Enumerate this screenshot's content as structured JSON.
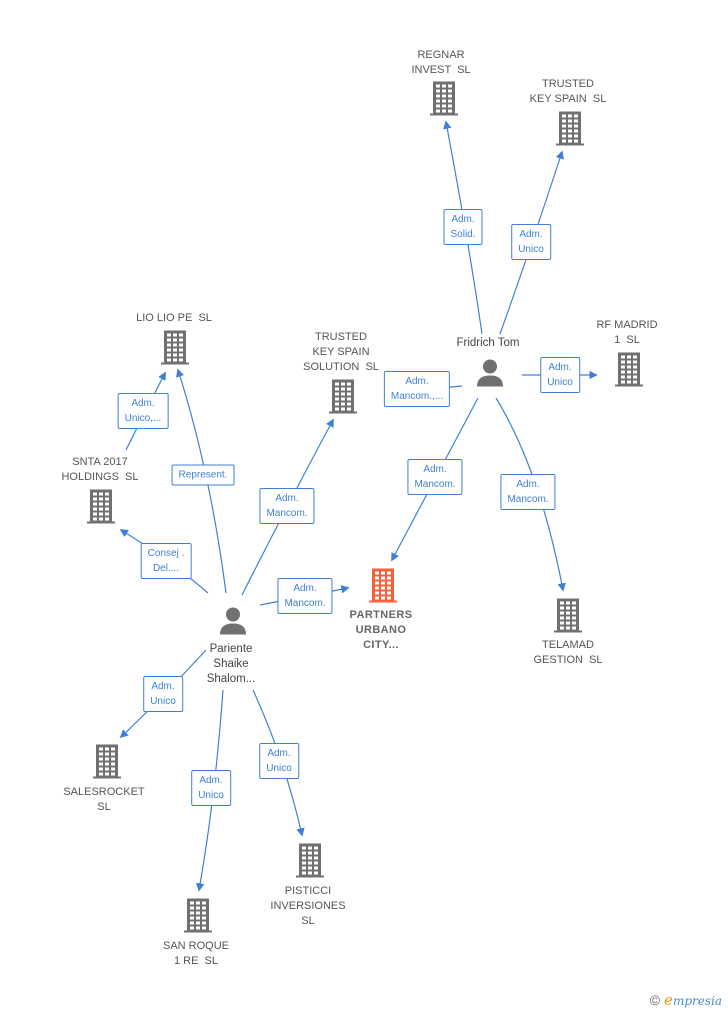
{
  "colors": {
    "edge": "#3f80d6",
    "company": "#707070",
    "highlight": "#f2613a",
    "person": "#707070"
  },
  "nodes": [
    {
      "id": "regnar",
      "kind": "company",
      "label": "REGNAR\nINVEST  SL"
    },
    {
      "id": "trusted_key",
      "kind": "company",
      "label": "TRUSTED\nKEY SPAIN  SL"
    },
    {
      "id": "rf_madrid",
      "kind": "company",
      "label": "RF MADRID\n1  SL"
    },
    {
      "id": "fridrich",
      "kind": "person",
      "label": "Fridrich Tom"
    },
    {
      "id": "lio",
      "kind": "company",
      "label": "LIO LIO PE  SL"
    },
    {
      "id": "trusted_sol",
      "kind": "company",
      "label": "TRUSTED\nKEY SPAIN\nSOLUTION  SL"
    },
    {
      "id": "snta",
      "kind": "company",
      "label": "SNTA 2017\nHOLDINGS  SL"
    },
    {
      "id": "partners",
      "kind": "company",
      "highlight": true,
      "label": "PARTNERS\nURBANO\nCITY..."
    },
    {
      "id": "telamad",
      "kind": "company",
      "label": "TELAMAD\nGESTION  SL"
    },
    {
      "id": "pariente",
      "kind": "person",
      "label": "Pariente\nShaike\nShalom..."
    },
    {
      "id": "salesrocket",
      "kind": "company",
      "label": "SALESROCKET\nSL"
    },
    {
      "id": "pisticci",
      "kind": "company",
      "label": "PISTICCI\nINVERSIONES\nSL"
    },
    {
      "id": "sanroque",
      "kind": "company",
      "label": "SAN ROQUE\n1 RE  SL"
    }
  ],
  "edges": [
    {
      "from": "fridrich",
      "to": "regnar",
      "label": "Adm.\nSolid."
    },
    {
      "from": "fridrich",
      "to": "trusted_key",
      "label": "Adm.\nUnico"
    },
    {
      "from": "fridrich",
      "to": "rf_madrid",
      "label": "Adm.\nUnico"
    },
    {
      "from": "fridrich",
      "to": "trusted_sol",
      "label": "Adm.\nMancom.,..."
    },
    {
      "from": "fridrich",
      "to": "partners",
      "label": "Adm.\nMancom."
    },
    {
      "from": "fridrich",
      "to": "telamad",
      "label": "Adm.\nMancom."
    },
    {
      "from": "snta",
      "to": "lio",
      "label": "Adm.\nUnico,..."
    },
    {
      "from": "pariente",
      "to": "lio",
      "label": "Represent."
    },
    {
      "from": "pariente",
      "to": "trusted_sol",
      "label": "Adm.\nMancom."
    },
    {
      "from": "pariente",
      "to": "snta",
      "label": "Consej .\nDel...."
    },
    {
      "from": "pariente",
      "to": "partners",
      "label": "Adm.\nMancom."
    },
    {
      "from": "pariente",
      "to": "salesrocket",
      "label": "Adm.\nUnico"
    },
    {
      "from": "pariente",
      "to": "sanroque",
      "label": "Adm.\nUnico"
    },
    {
      "from": "pariente",
      "to": "pisticci",
      "label": "Adm.\nUnico"
    }
  ],
  "brand": {
    "copyright": "©",
    "initial": "e",
    "rest": "mpresia"
  }
}
